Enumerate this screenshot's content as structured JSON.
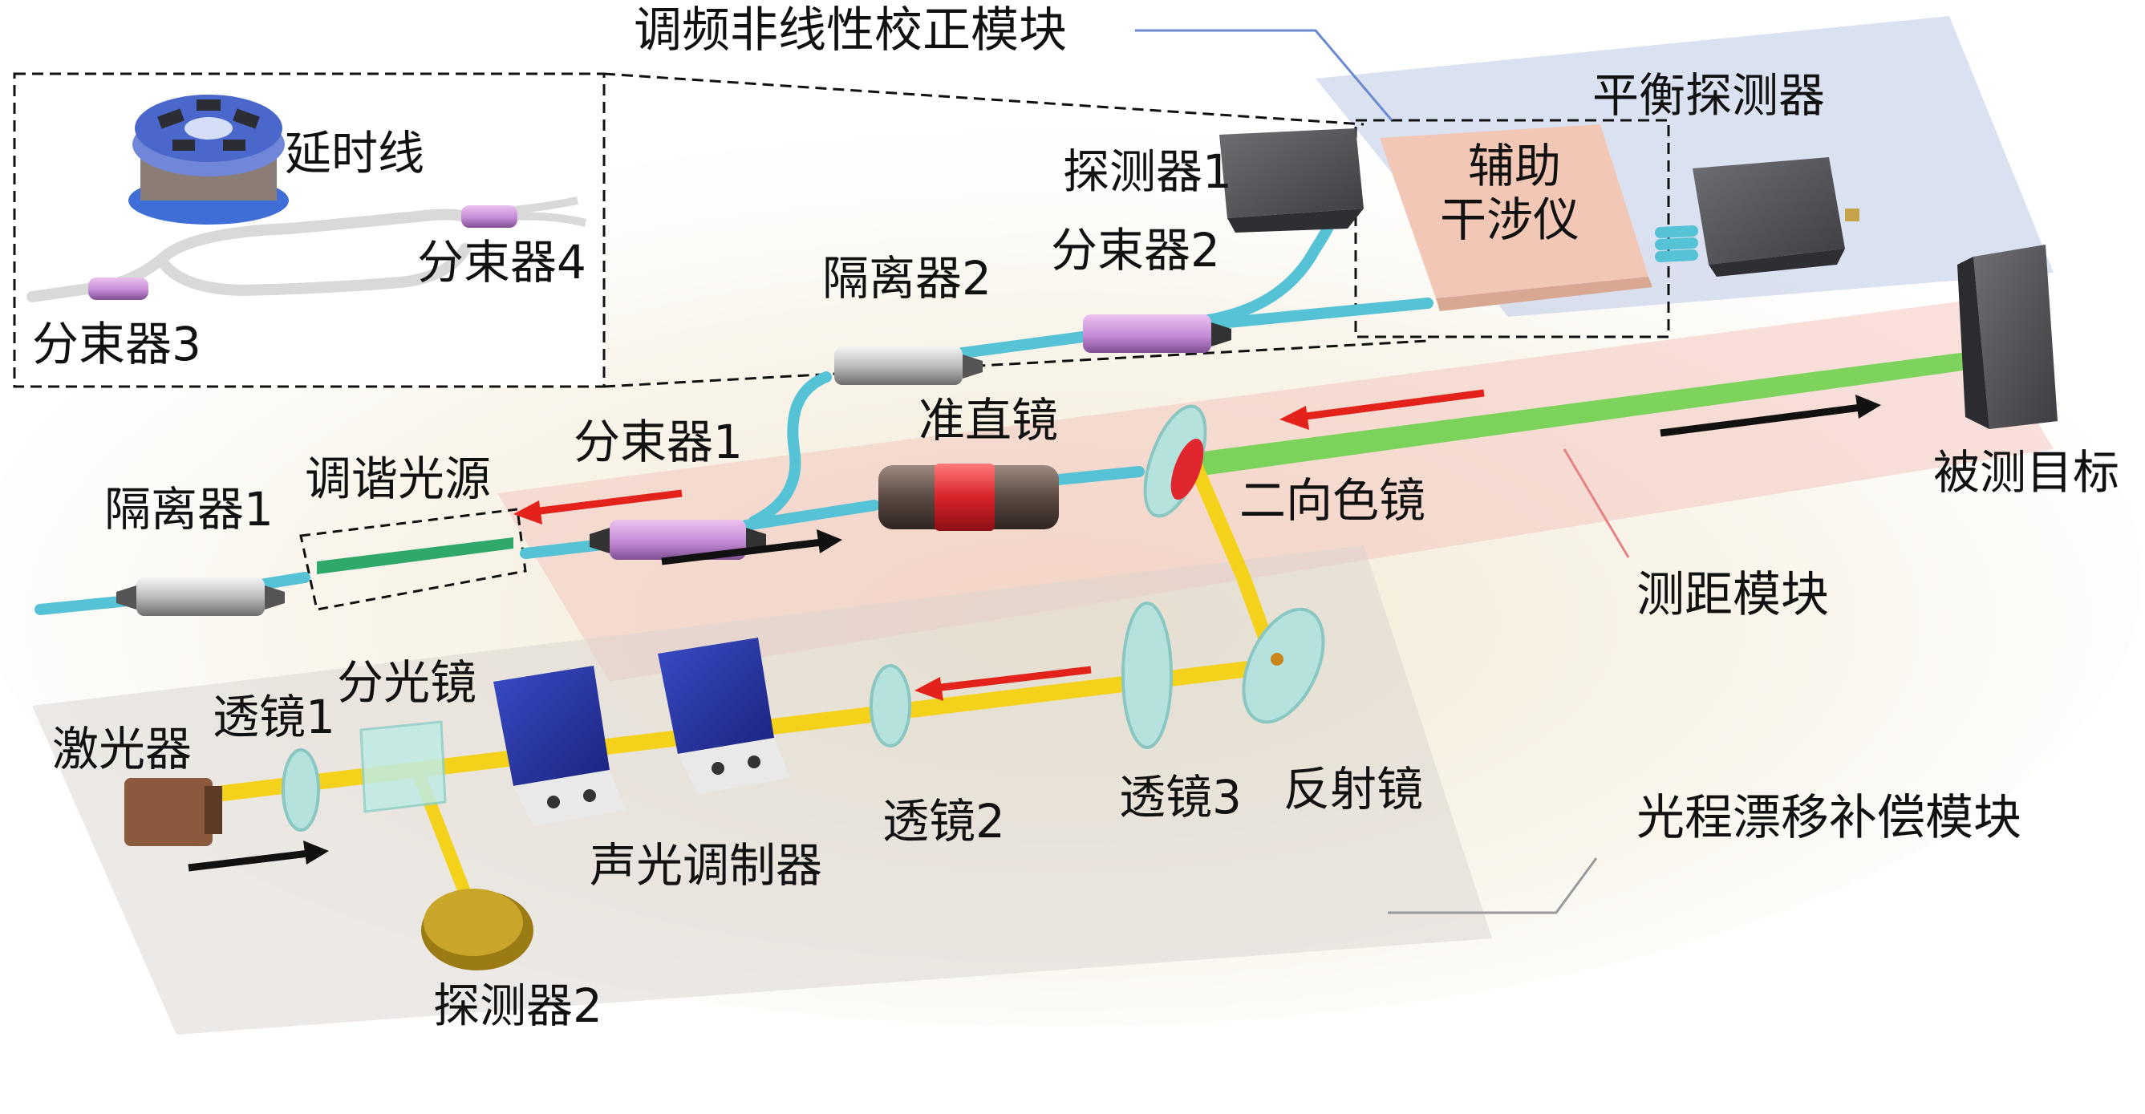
{
  "modules": {
    "chirp_correction": "调频非线性校正模块",
    "ranging": "测距模块",
    "drift_compensation": "光程漂移补偿模块"
  },
  "components": {
    "delay_line": "延时线",
    "splitter4": "分束器4",
    "splitter3": "分束器3",
    "balanced_detector": "平衡探测器",
    "aux_interferometer_l1": "辅助",
    "aux_interferometer_l2": "干涉仪",
    "detector1": "探测器1",
    "splitter2": "分束器2",
    "isolator2": "隔离器2",
    "isolator1": "隔离器1",
    "tunable_source": "调谐光源",
    "splitter1": "分束器1",
    "collimator": "准直镜",
    "dichroic": "二向色镜",
    "target": "被测目标",
    "laser": "激光器",
    "lens1": "透镜1",
    "beam_splitter": "分光镜",
    "aom": "声光调制器",
    "lens2": "透镜2",
    "lens3": "透镜3",
    "mirror": "反射镜",
    "detector2": "探测器2"
  },
  "colors": {
    "fiber": "#55c2d6",
    "green_beam": "#6fd14f",
    "yellow_beam": "#f4d21c",
    "red_arrow": "#e3231b",
    "black_arrow": "#111111",
    "ranging_plane": "#f4c6c0",
    "chirp_plane": "#bcc9e6",
    "drift_plane": "#d9d3cf",
    "aom_body": "#2a3aa8",
    "collimator_red": "#d8232a",
    "splitter_body": "#c88ad8"
  }
}
